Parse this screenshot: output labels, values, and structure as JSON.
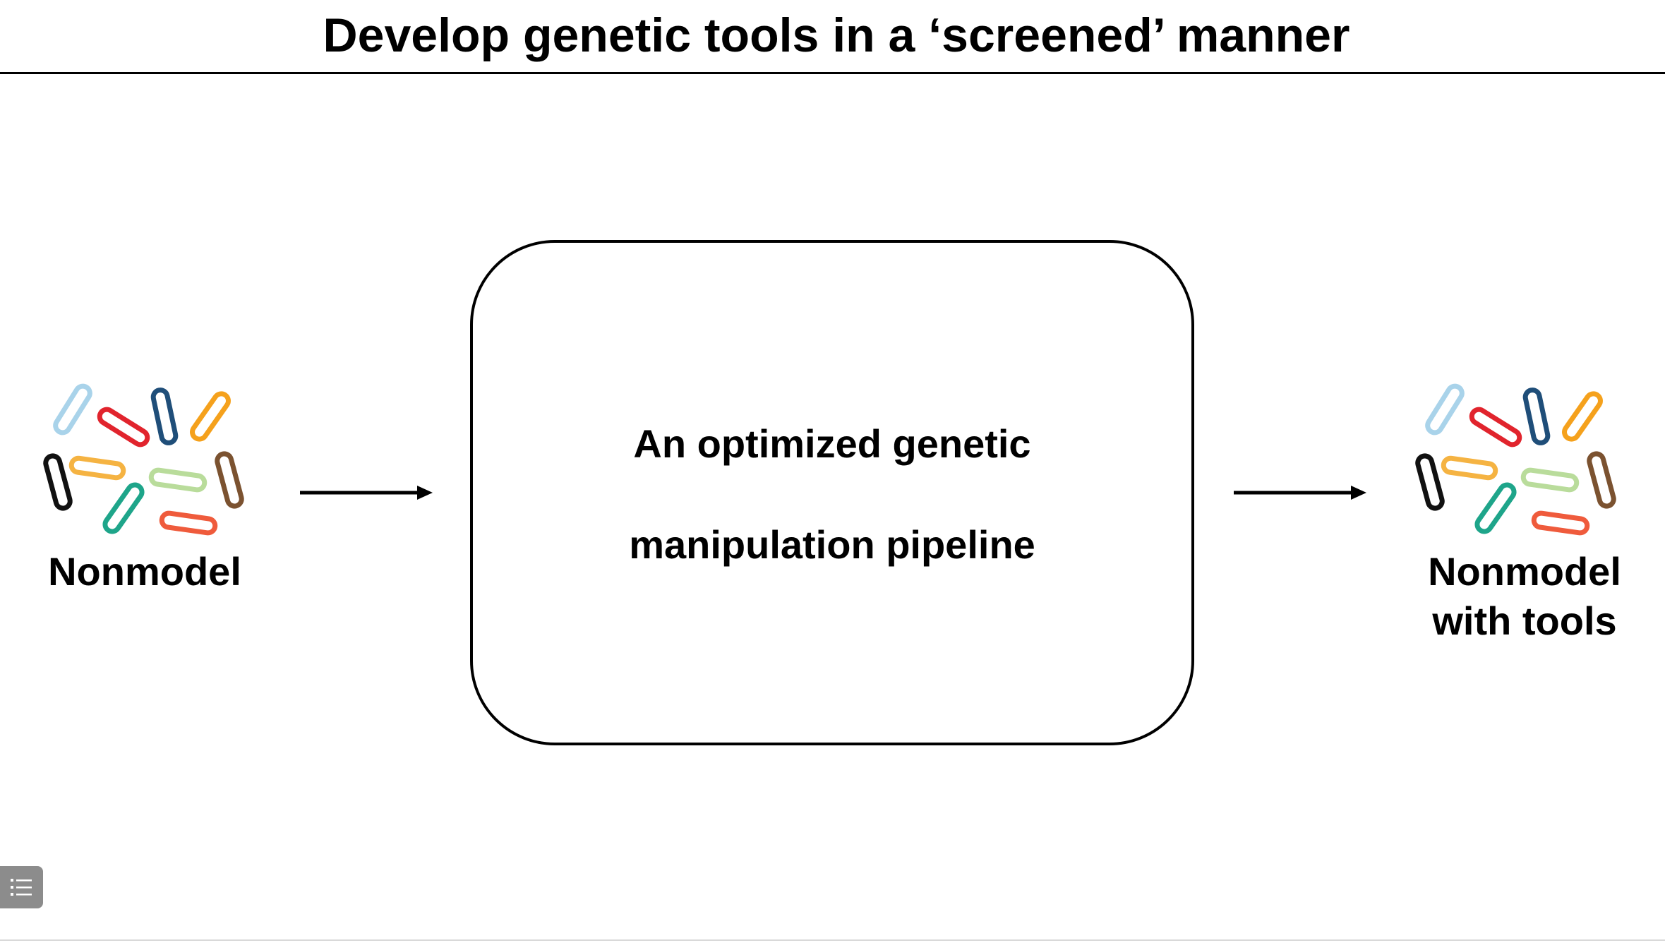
{
  "slide": {
    "title": "Develop genetic tools in a ‘screened’ manner"
  },
  "diagram": {
    "input_label": "Nonmodel",
    "process_lines": [
      "An optimized genetic",
      "manipulation pipeline"
    ],
    "output_label_lines": [
      "Nonmodel",
      "with tools"
    ],
    "bacteria_colors": {
      "light_blue": "#a9d3ea",
      "red": "#e1242d",
      "navy": "#1f4e79",
      "orange": "#f5a11c",
      "black": "#111111",
      "light_orange": "#f5b342",
      "light_green": "#b9dc9b",
      "brown": "#7b5230",
      "teal": "#1ea58a",
      "coral": "#ef5b3c"
    }
  },
  "controls": {
    "outline_icon": "list-icon"
  }
}
